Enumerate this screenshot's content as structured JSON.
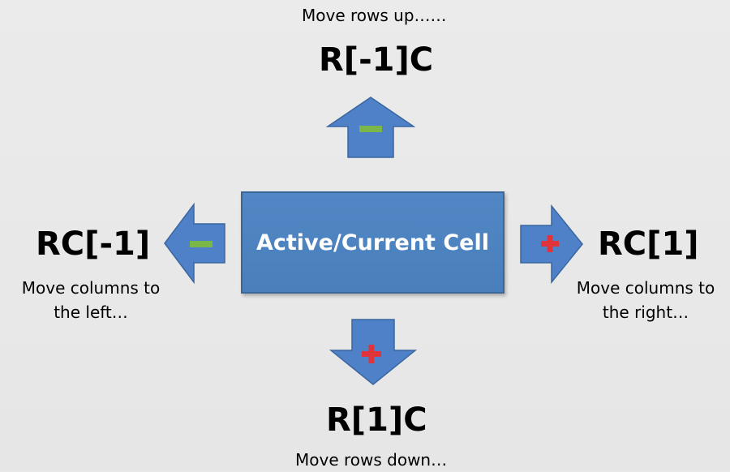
{
  "center": {
    "label": "Active/Current Cell"
  },
  "up": {
    "caption": "Move rows up……",
    "notation": "R[-1]C",
    "sign": "minus"
  },
  "down": {
    "caption": "Move rows down…",
    "notation": "R[1]C",
    "sign": "plus"
  },
  "left": {
    "caption": "Move columns to the left…",
    "notation": "RC[-1]",
    "sign": "minus"
  },
  "right": {
    "caption": "Move columns to the right…",
    "notation": "RC[1]",
    "sign": "plus"
  },
  "colors": {
    "arrow": "#4f81c9",
    "cell": "#4f81bd",
    "minus": "#7ab648",
    "plus": "#e0333a"
  }
}
